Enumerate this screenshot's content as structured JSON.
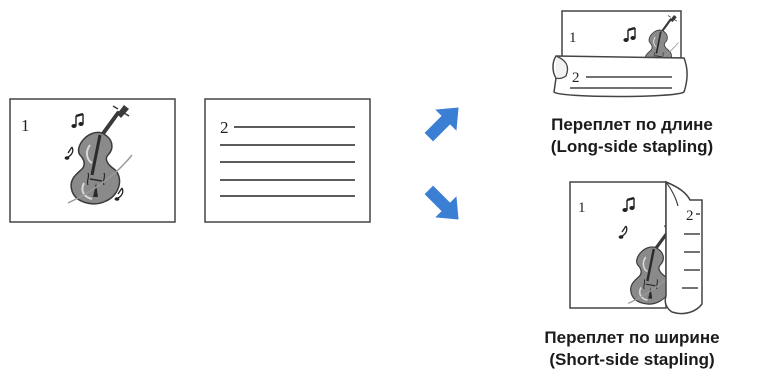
{
  "source": {
    "page1": {
      "number": "1",
      "icon": "violin-icon"
    },
    "page2": {
      "number": "2",
      "icon": "text-lines"
    }
  },
  "flow": {
    "arrow_up": {
      "icon": "arrow-up-right-icon",
      "color": "#3b7fd4"
    },
    "arrow_down": {
      "icon": "arrow-down-right-icon",
      "color": "#3b7fd4"
    }
  },
  "long_side": {
    "title": "Переплет по длине",
    "subtitle": "(Long-side stapling)",
    "page1_number": "1",
    "page2_number": "2"
  },
  "short_side": {
    "title": "Переплет по ширине",
    "subtitle": "(Short-side stapling)",
    "page1_number": "1",
    "page2_number": "2"
  },
  "colors": {
    "line": "#444444",
    "violin_body": "#8a8a8a",
    "violin_dark": "#3a3a3a",
    "arrow": "#3b7fd4"
  }
}
